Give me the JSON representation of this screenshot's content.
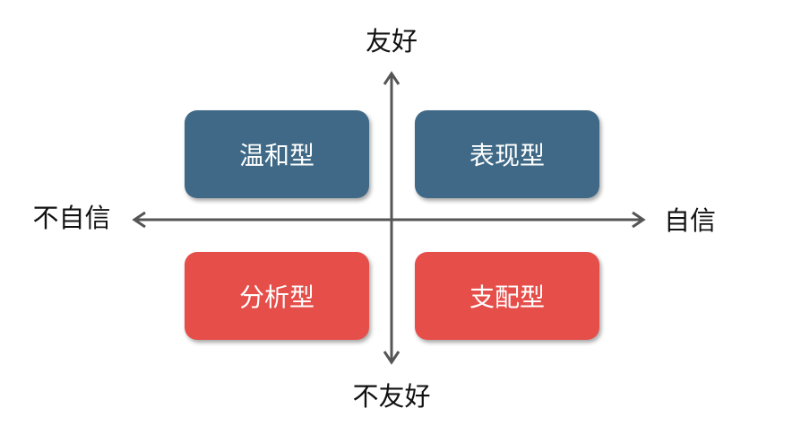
{
  "axes": {
    "top": "友好",
    "bottom": "不友好",
    "left": "不自信",
    "right": "自信"
  },
  "quadrants": {
    "top_left": "温和型",
    "top_right": "表现型",
    "bottom_left": "分析型",
    "bottom_right": "支配型"
  },
  "colors": {
    "blue": "#3f6986",
    "red": "#e64e4a",
    "axis": "#555555"
  }
}
